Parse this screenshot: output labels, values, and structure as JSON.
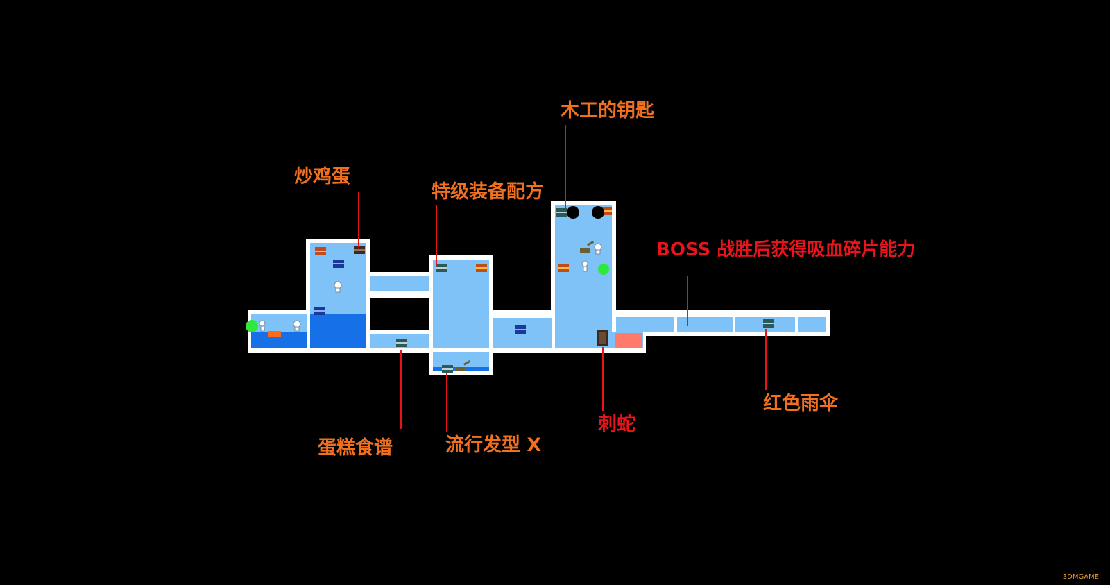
{
  "colors": {
    "orange_label": "#f07020",
    "red_label": "#e8141c",
    "room_light": "#7ec2f8",
    "room_water": "#1670e8",
    "wall": "#ffffff",
    "leader": "#e8141c"
  },
  "labels": {
    "carpenter_key": "木工的钥匙",
    "scrambled_egg": "炒鸡蛋",
    "special_gear_recipe": "特级装备配方",
    "boss_reward": "BOSS 战胜后获得吸血碎片能力",
    "cake_recipe": "蛋糕食谱",
    "popular_hairstyle": "流行发型 X",
    "thorn_snake": "刺蛇",
    "red_umbrella": "红色雨伞"
  },
  "markers": {
    "chest": "treasure-chest-icon",
    "save_point": "green-dot-icon",
    "npc": "ghost-npc-icon",
    "hole": "black-hole-icon"
  },
  "watermark": "3DMGAME"
}
